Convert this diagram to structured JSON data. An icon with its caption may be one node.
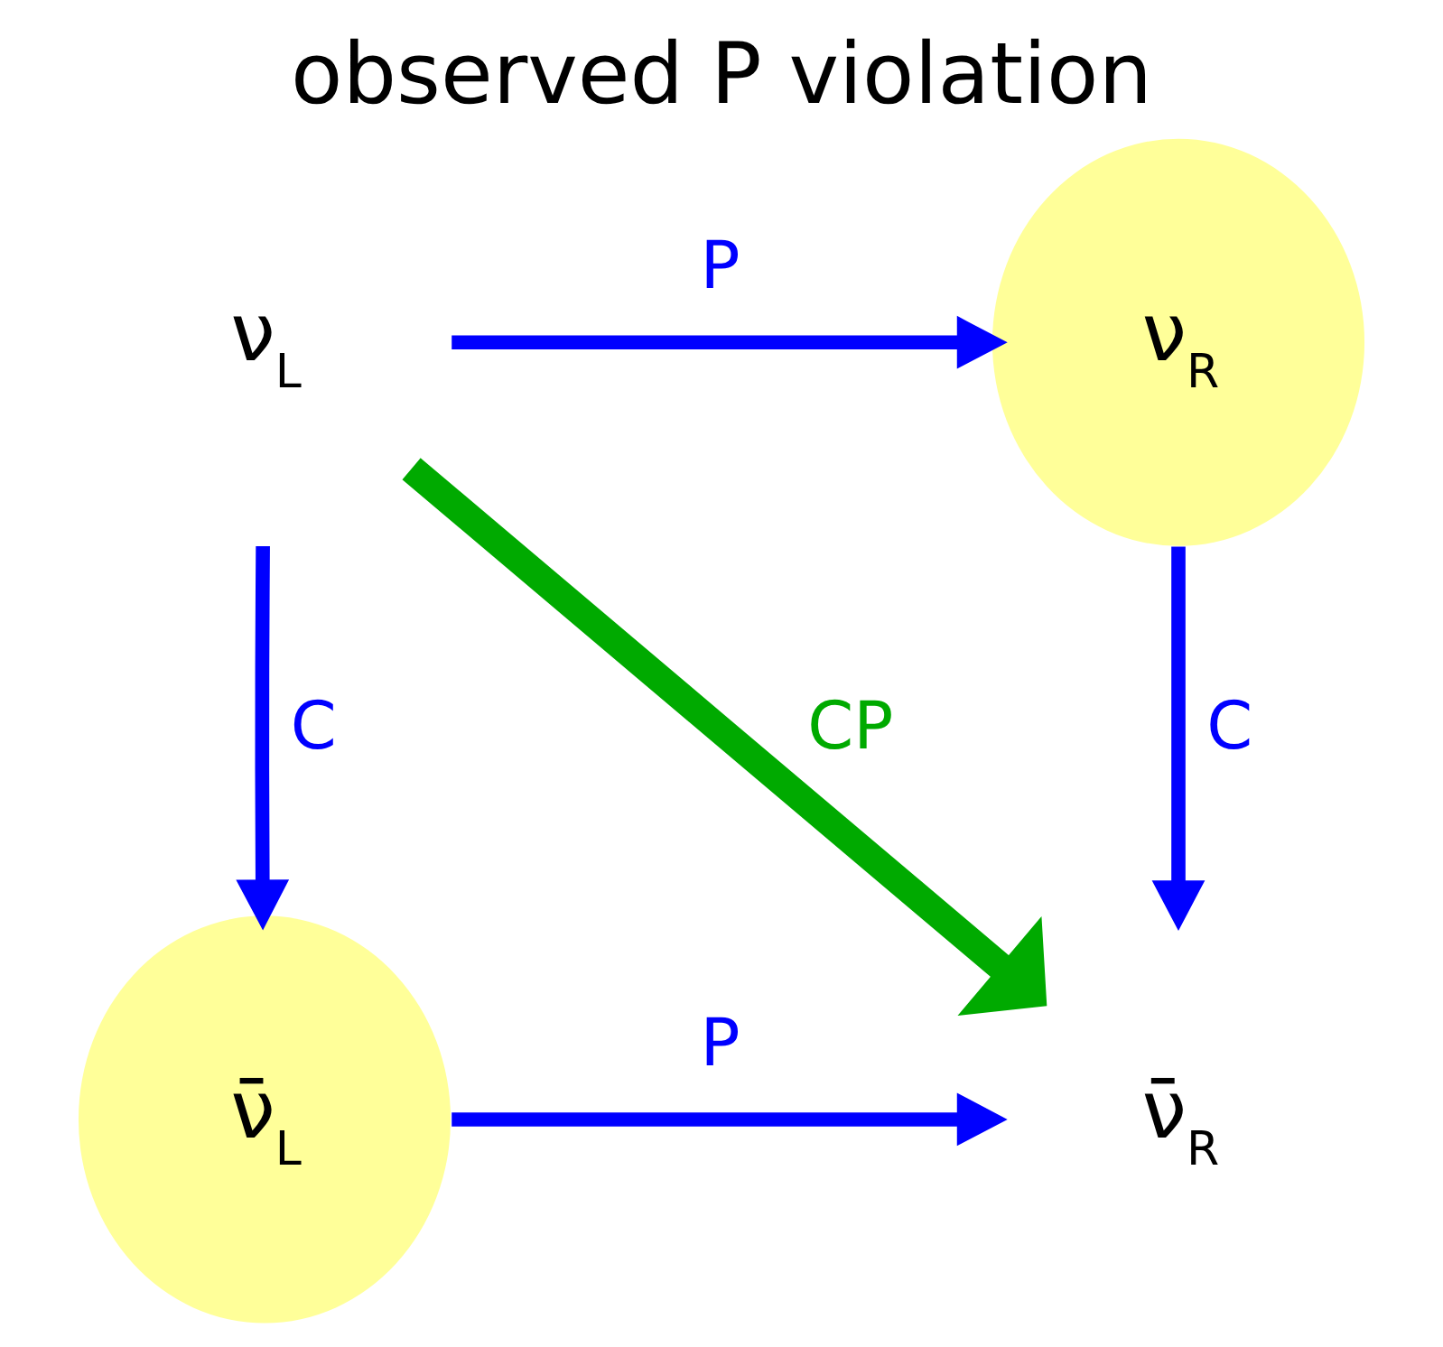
{
  "diagram": {
    "title": "observed P violation",
    "nodes": [
      {
        "text": [
          "ν$_{L}$"
        ]
      },
      {
        "text": [
          "ν$_{R}$"
        ]
      },
      {
        "text": [
          "ν̄$_{L}$"
        ]
      },
      {
        "text": [
          "ν̄$_{R}$"
        ]
      }
    ],
    "edges": [
      {
        "from": 0,
        "to": 1,
        "arrow": "to",
        "label": "P"
      },
      {
        "from": 0,
        "to": 2,
        "arrow": "to",
        "label": "C"
      },
      {
        "from": 0,
        "to": 3,
        "arrow": "to",
        "label": "CP",
        "style": "thick",
        "color": "#00aa00"
      },
      {
        "from": 1,
        "to": 3,
        "arrow": "to",
        "label": "C"
      },
      {
        "from": 2,
        "to": 3,
        "arrow": "to",
        "label": "P"
      }
    ]
  }
}
